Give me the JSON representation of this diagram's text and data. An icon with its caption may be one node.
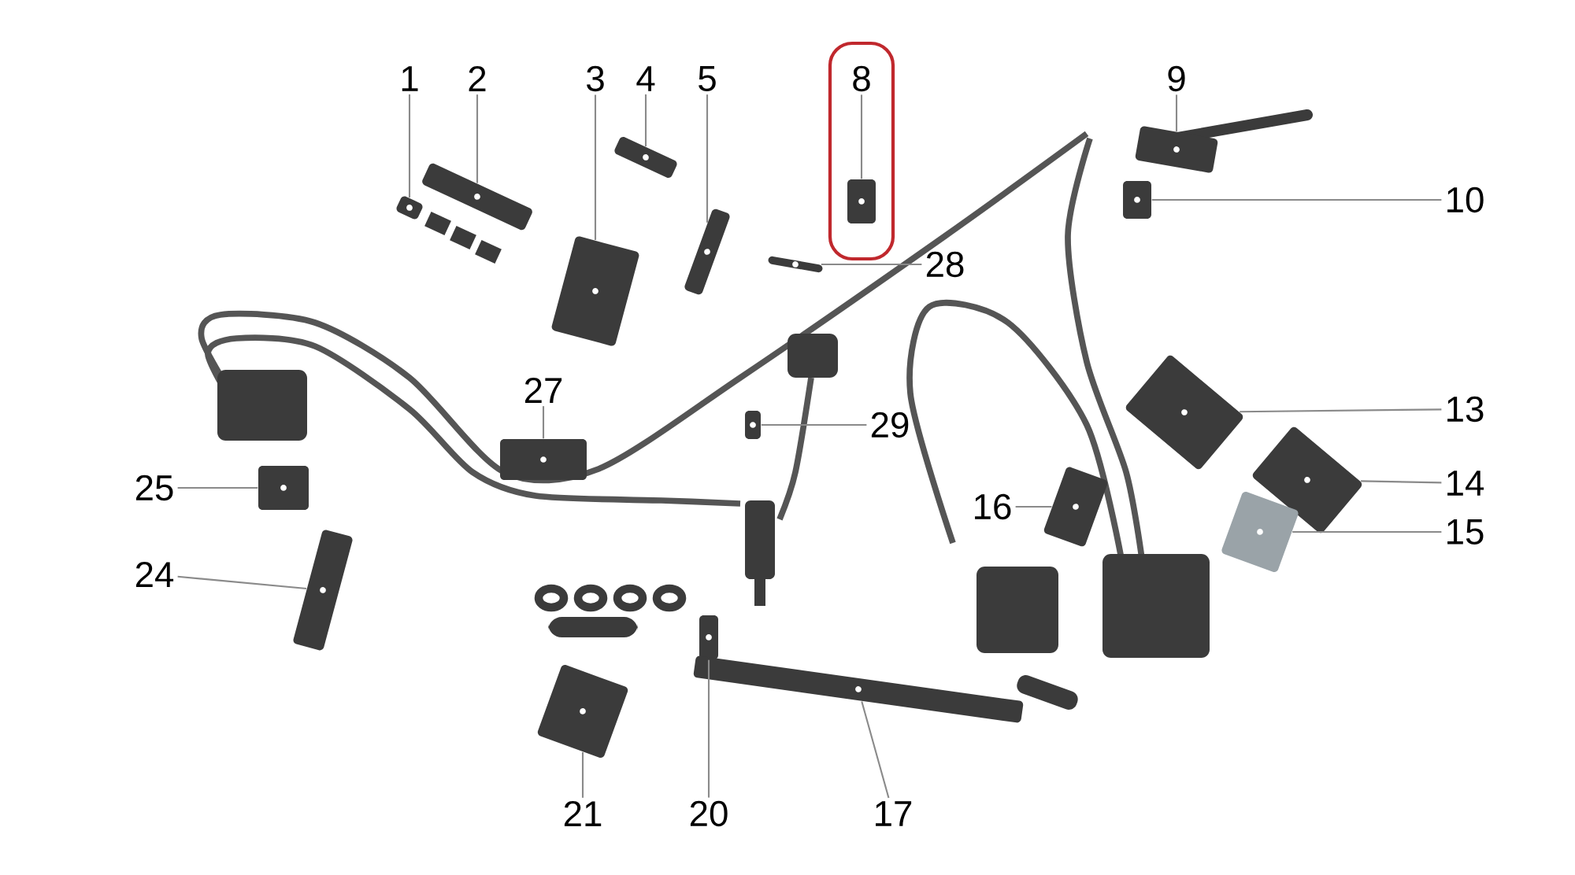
{
  "diagram": {
    "nodes": [
      {
        "text": [],
        "shape": "box"
      },
      {
        "text": [
          "1"
        ]
      },
      {
        "text": [
          "2"
        ]
      },
      {
        "text": [
          "3"
        ]
      },
      {
        "text": [
          "4"
        ]
      },
      {
        "text": [
          "5"
        ]
      },
      {
        "text": [
          "8"
        ],
        "in": 0
      },
      {
        "text": [
          "9"
        ]
      },
      {
        "text": [
          "10"
        ]
      },
      {
        "text": [
          "28"
        ]
      },
      {
        "text": [
          "27"
        ]
      },
      {
        "text": [
          "29"
        ]
      },
      {
        "text": [
          "13"
        ]
      },
      {
        "text": [
          "25"
        ]
      },
      {
        "text": [
          "14"
        ]
      },
      {
        "text": [
          "16"
        ]
      },
      {
        "text": [
          "15"
        ]
      },
      {
        "text": [
          "24"
        ]
      },
      {
        "text": [
          "21"
        ]
      },
      {
        "text": [
          "20"
        ]
      },
      {
        "text": [
          "17"
        ]
      },
      {
        "text": [],
        "shape": "picture"
      },
      {
        "text": [],
        "shape": "picture"
      },
      {
        "text": [],
        "shape": "picture"
      },
      {
        "text": [],
        "shape": "picture"
      },
      {
        "text": [],
        "shape": "picture"
      },
      {
        "text": [],
        "shape": "picture",
        "in": 0
      },
      {
        "text": [],
        "shape": "picture"
      },
      {
        "text": [],
        "shape": "picture"
      },
      {
        "text": [],
        "shape": "picture"
      },
      {
        "text": [],
        "shape": "picture"
      },
      {
        "text": [],
        "shape": "picture"
      },
      {
        "text": [],
        "shape": "picture"
      },
      {
        "text": [],
        "shape": "picture"
      },
      {
        "text": [],
        "shape": "picture"
      },
      {
        "text": [],
        "shape": "picture"
      },
      {
        "text": [],
        "shape": "picture"
      },
      {
        "text": [],
        "shape": "picture"
      },
      {
        "text": [],
        "shape": "picture"
      },
      {
        "text": [],
        "shape": "picture"
      },
      {
        "text": [],
        "shape": "picture"
      }
    ],
    "edges": [
      {
        "from": 1,
        "to": 21,
        "arrow": "none"
      },
      {
        "from": 2,
        "to": 22,
        "arrow": "none"
      },
      {
        "from": 3,
        "to": 23,
        "arrow": "none"
      },
      {
        "from": 4,
        "to": 24,
        "arrow": "none"
      },
      {
        "from": 5,
        "to": 25,
        "arrow": "none"
      },
      {
        "from": 6,
        "to": 26,
        "arrow": "none"
      },
      {
        "from": 7,
        "to": 27,
        "arrow": "none"
      },
      {
        "from": 8,
        "to": 28,
        "arrow": "none"
      },
      {
        "from": 9,
        "to": 29,
        "arrow": "none"
      },
      {
        "from": 10,
        "to": 30,
        "arrow": "none"
      },
      {
        "from": 11,
        "to": 31,
        "arrow": "none"
      },
      {
        "from": 12,
        "to": 32,
        "arrow": "none"
      },
      {
        "from": 13,
        "to": 33,
        "arrow": "none"
      },
      {
        "from": 14,
        "to": 34,
        "arrow": "none"
      },
      {
        "from": 15,
        "to": 35,
        "arrow": "none"
      },
      {
        "from": 16,
        "to": 36,
        "arrow": "none"
      },
      {
        "from": 17,
        "to": 37,
        "arrow": "none"
      },
      {
        "from": 18,
        "to": 38,
        "arrow": "none"
      },
      {
        "from": 19,
        "to": 39,
        "arrow": "none"
      },
      {
        "from": 20,
        "to": 40,
        "arrow": "none"
      }
    ]
  }
}
